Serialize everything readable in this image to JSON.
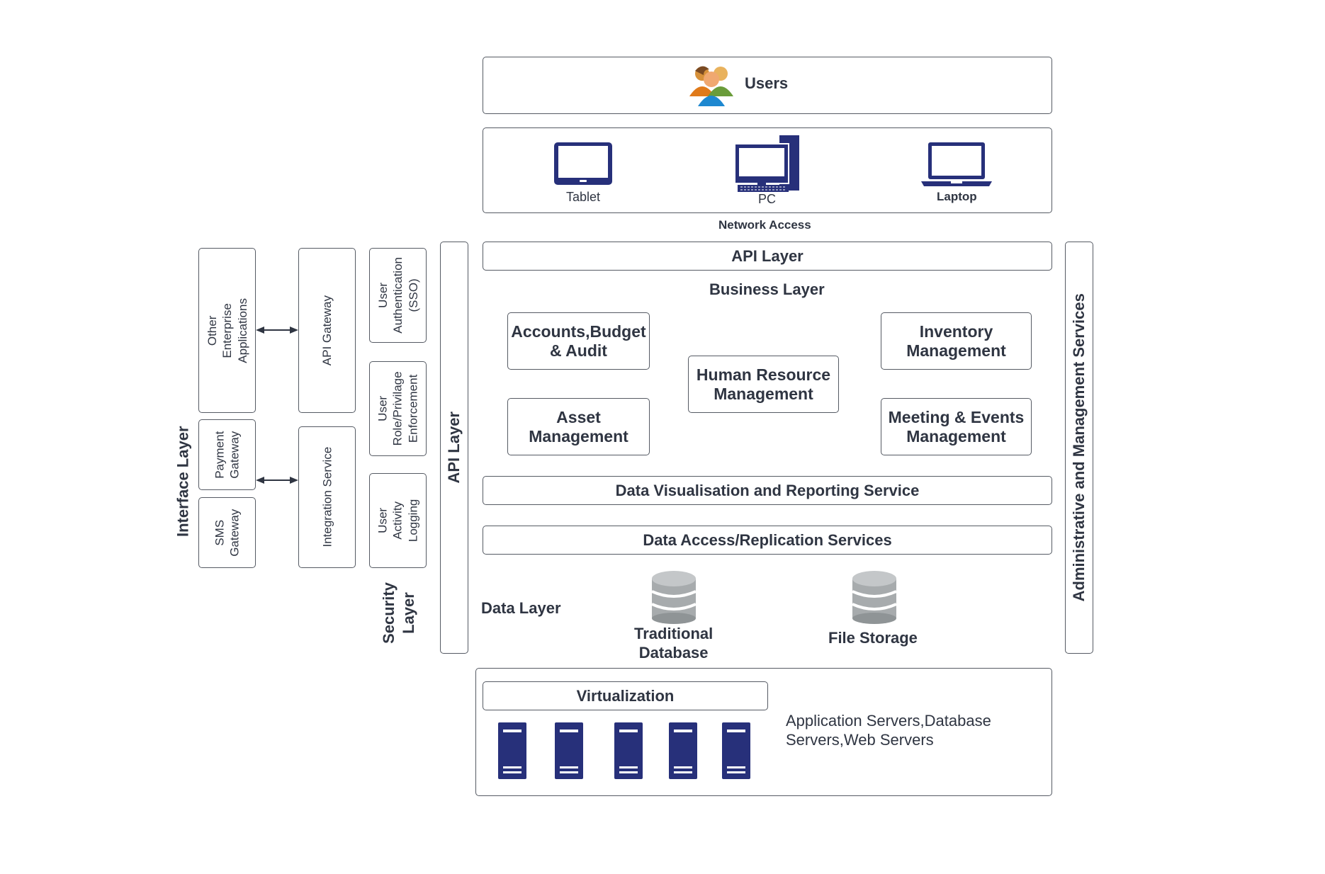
{
  "users": {
    "label": "Users",
    "icon": "users-group-icon"
  },
  "devices": [
    {
      "label": "Tablet",
      "icon": "tablet-icon"
    },
    {
      "label": "PC",
      "icon": "desktop-pc-icon"
    },
    {
      "label": "Laptop",
      "icon": "laptop-icon"
    }
  ],
  "network_access": "Network Access",
  "api_layer_top": "API Layer",
  "business_layer": {
    "title": "Business Layer",
    "modules": [
      "Accounts,Budget\n& Audit",
      "Asset\nManagement",
      "Human Resource\nManagement",
      "Inventory\nManagement",
      "Meeting & Events\nManagement"
    ]
  },
  "reporting_service": "Data Visualisation and Reporting Service",
  "data_access_service": "Data Access/Replication Services",
  "data_layer": {
    "title": "Data Layer",
    "stores": [
      {
        "label": "Traditional\nDatabase",
        "icon": "database-icon"
      },
      {
        "label": "File Storage",
        "icon": "database-icon"
      }
    ]
  },
  "api_layer_side": "API Layer",
  "admin_services": "Administrative and Management Services",
  "interface_layer": {
    "title": "Interface Layer",
    "external": [
      "Other Enterprise\nApplications",
      "Payment\nGateway",
      "SMS\nGateway"
    ],
    "internal": [
      "API Gateway",
      "Integration Service"
    ]
  },
  "security_layer": {
    "title": "Security\nLayer",
    "items": [
      "User\nAuthentication\n(SSO)",
      "User\nRole/Privilage\nEnforcement",
      "User Activity\nLogging"
    ]
  },
  "infrastructure": {
    "virtualization": "Virtualization",
    "servers_description": "Application Servers,Database\nServers,Web Servers",
    "server_icon": "server-icon",
    "server_count": 5
  },
  "colors": {
    "device_blue": "#27307a",
    "border": "#555a63",
    "text": "#2f3542",
    "database_gray": "#a7abad"
  }
}
